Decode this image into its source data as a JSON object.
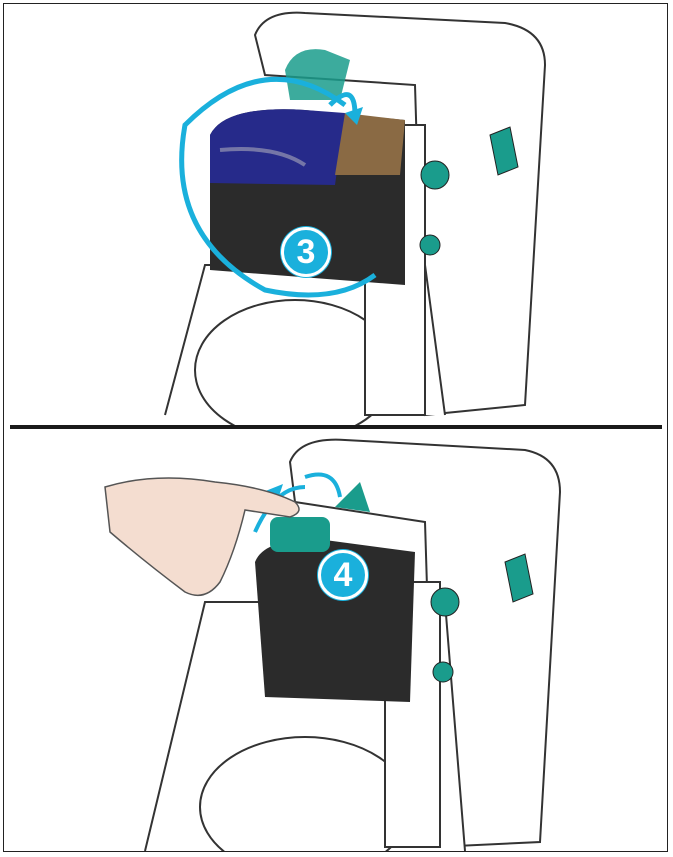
{
  "steps": [
    {
      "number": "3",
      "description_visual": "ribbon-loaded"
    },
    {
      "number": "4",
      "description_visual": "wind-ribbon"
    }
  ],
  "colors": {
    "accent": "#1ab0dc",
    "ribbon": "#2b2b2b",
    "supply_roll": "#2a2a8a",
    "spindle": "#1a9c8c"
  }
}
